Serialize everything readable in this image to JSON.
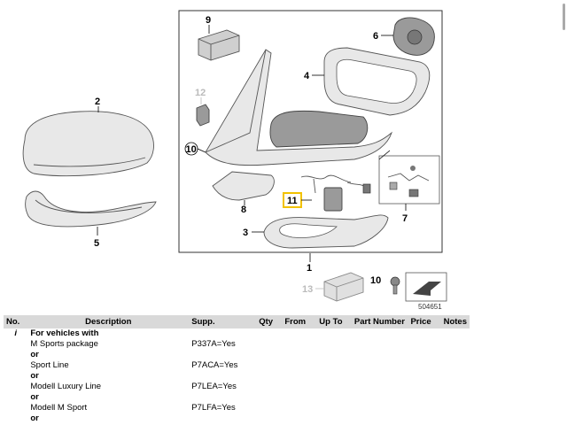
{
  "diagram": {
    "callouts": {
      "c1": "1",
      "c2": "2",
      "c3": "3",
      "c4": "4",
      "c5": "5",
      "c6": "6",
      "c7": "7",
      "c8": "8",
      "c9": "9",
      "c10a": "10",
      "c10b": "10",
      "c11": "11",
      "c12": "12",
      "c13": "13"
    },
    "ref_number": "504651",
    "highlight_color": "#f2c200"
  },
  "table": {
    "headers": {
      "no": "No.",
      "description": "Description",
      "supp": "Supp.",
      "qty": "Qty",
      "from": "From",
      "up_to": "Up To",
      "part_number": "Part Number",
      "price": "Price",
      "notes": "Notes"
    },
    "rows": [
      {
        "no": "i",
        "description": "For vehicles with",
        "supp": "",
        "bold": true
      },
      {
        "no": "",
        "description": "M Sports package",
        "supp": "P337A=Yes",
        "bold": false
      },
      {
        "no": "",
        "description": "or",
        "supp": "",
        "bold": true
      },
      {
        "no": "",
        "description": "Sport Line",
        "supp": "P7ACA=Yes",
        "bold": false
      },
      {
        "no": "",
        "description": "or",
        "supp": "",
        "bold": true
      },
      {
        "no": "",
        "description": "Modell Luxury Line",
        "supp": "P7LEA=Yes",
        "bold": false
      },
      {
        "no": "",
        "description": "or",
        "supp": "",
        "bold": true
      },
      {
        "no": "",
        "description": "Modell M Sport",
        "supp": "P7LFA=Yes",
        "bold": false
      },
      {
        "no": "",
        "description": "or",
        "supp": "",
        "bold": true
      }
    ]
  }
}
